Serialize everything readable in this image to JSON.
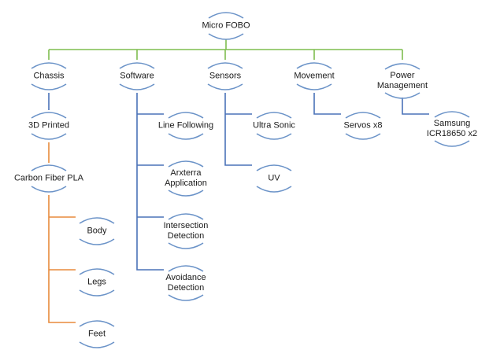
{
  "diagram": {
    "colors": {
      "root_links": "#7fbd4f",
      "tree_links": "#4a72b8",
      "chassis_links": "#e88a3c",
      "node_arcs": "#6b93c8",
      "text": "#1a1a1a"
    },
    "nodes": {
      "root": {
        "label": "Micro FOBO"
      },
      "chassis": {
        "label": "Chassis"
      },
      "software": {
        "label": "Software"
      },
      "sensors": {
        "label": "Sensors"
      },
      "movement": {
        "label": "Movement"
      },
      "power": {
        "label": "Power\nManagement"
      },
      "printed": {
        "label": "3D Printed"
      },
      "carbon": {
        "label": "Carbon Fiber PLA"
      },
      "body": {
        "label": "Body"
      },
      "legs": {
        "label": "Legs"
      },
      "feet": {
        "label": "Feet"
      },
      "line_following": {
        "label": "Line Following"
      },
      "arxterra": {
        "label": "Arxterra\nApplication"
      },
      "intersection": {
        "label": "Intersection\nDetection"
      },
      "avoidance": {
        "label": "Avoidance\nDetection"
      },
      "ultrasonic": {
        "label": "Ultra Sonic"
      },
      "uv": {
        "label": "UV"
      },
      "servos": {
        "label": "Servos x8"
      },
      "samsung": {
        "label": "Samsung\nICR18650 x2"
      }
    }
  }
}
